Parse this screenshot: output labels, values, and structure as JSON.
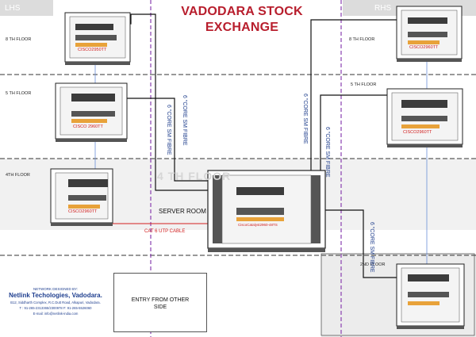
{
  "title_lines": [
    "VADODARA STOCK",
    "EXCHANGE"
  ],
  "sides": {
    "left": "LHS",
    "right": "RHS"
  },
  "floors": {
    "lhs": [
      "8 TH FLOOR",
      "5 TH FLOOR",
      "4TH FLOOR"
    ],
    "rhs": [
      "8 TH FLOOR",
      "5 TH FLOOR",
      "2ND FLOOR"
    ],
    "middle_watermark": "4 TH FLOOR"
  },
  "racks": {
    "lhs_8": "CISCO2950TT",
    "lhs_5": "CISCO 2960TT",
    "lhs_4": "CISCO2960TT",
    "server": "CiscoCatalyst2960-48TS",
    "rhs_8": "CISCO2960TT",
    "rhs_5": "CISCO2960TT",
    "rhs_2": ""
  },
  "server_room": "SERVER ROOM",
  "cat6": "CAT 6 UTP CABLE",
  "fibre_labels": [
    "6 \"CORE SM FIBRE",
    "6 \"CORE SM FIBRE",
    "6 \"CORE SM FIBRE",
    "6 \"CORE SM FIBRE",
    "6 \"CORE SM FIBRE"
  ],
  "entry_lines": [
    "ENTRY FROM OTHER",
    "SIDE"
  ],
  "designer": {
    "line1": "NETWORK DESIGNED BY:",
    "line2": "Netlink Techologies, Vadodara.",
    "line3": "B12, Siddharth Complex, R.C.Dutt Road, Alkapuri, Vadodara.",
    "line4": "T : 91-265-2313365/2300978 F: 91-265-5526060",
    "line5": "E-mail: info@netlink-india.com"
  },
  "colors": {
    "title": "#b81e2d",
    "fibre_text": "#1a3a8a",
    "cat6": "#d22020",
    "divider": "#8a3fb0",
    "blue_link": "#6a8fd8"
  }
}
